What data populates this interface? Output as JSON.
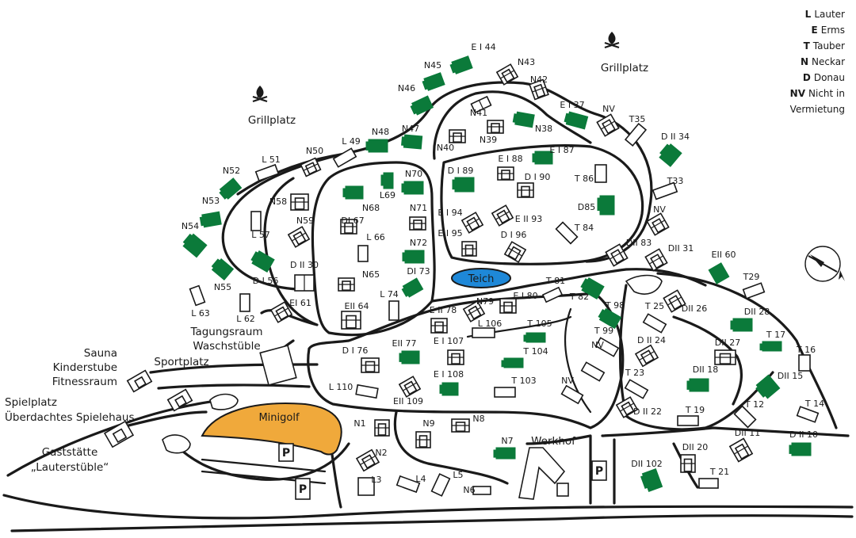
{
  "legend": [
    {
      "key": "L",
      "label": "Lauter"
    },
    {
      "key": "E",
      "label": "Erms"
    },
    {
      "key": "T",
      "label": "Tauber"
    },
    {
      "key": "N",
      "label": "Neckar"
    },
    {
      "key": "D",
      "label": "Donau"
    },
    {
      "key": "NV",
      "label": "Nicht in Vermietung"
    }
  ],
  "places": {
    "grill_left": "Grillplatz",
    "grill_right": "Grillplatz",
    "teich": "Teich",
    "minigolf": "Minigolf",
    "werkhof": "Werkhof",
    "sportplatz": "Sportplatz",
    "tagung_1": "Tagungsraum",
    "tagung_2": "Waschstüble",
    "sauna_1": "Sauna",
    "sauna_2": "Kinderstube",
    "sauna_3": "Fitnessraum",
    "spiel_1": "Spielplatz",
    "spiel_2": "Überdachtes Spielehaus",
    "gast_1": "Gaststätte",
    "gast_2": "„Lauterstüble“",
    "parking": "P"
  },
  "colors": {
    "house_rental": "#0b7a3a",
    "house_other": "#ffffff",
    "teich": "#1e88d8",
    "minigolf": "#f0a93b",
    "line": "#1a1a1a"
  },
  "icons": [
    "campfire-icon",
    "compass-icon"
  ],
  "houses": [
    {
      "label": "E I 44",
      "rental": true
    },
    {
      "label": "N45",
      "rental": true
    },
    {
      "label": "N43",
      "rental": false
    },
    {
      "label": "N46",
      "rental": true
    },
    {
      "label": "N42",
      "rental": false
    },
    {
      "label": "N41",
      "rental": false
    },
    {
      "label": "E I 37",
      "rental": true
    },
    {
      "label": "NV",
      "rental": false
    },
    {
      "label": "N38",
      "rental": true
    },
    {
      "label": "N39",
      "rental": false
    },
    {
      "label": "N40",
      "rental": false
    },
    {
      "label": "N48",
      "rental": true
    },
    {
      "label": "N47",
      "rental": true
    },
    {
      "label": "T35",
      "rental": false
    },
    {
      "label": "D II 34",
      "rental": true
    },
    {
      "label": "L 49",
      "rental": false
    },
    {
      "label": "N50",
      "rental": false
    },
    {
      "label": "L 51",
      "rental": false
    },
    {
      "label": "E I 88",
      "rental": false
    },
    {
      "label": "E I 87",
      "rental": true
    },
    {
      "label": "D I 89",
      "rental": true
    },
    {
      "label": "D I 90",
      "rental": false
    },
    {
      "label": "N70",
      "rental": true
    },
    {
      "label": "T 86",
      "rental": false
    },
    {
      "label": "T33",
      "rental": false
    },
    {
      "label": "N52",
      "rental": true
    },
    {
      "label": "L69",
      "rental": true
    },
    {
      "label": "N58",
      "rental": false
    },
    {
      "label": "N53",
      "rental": true
    },
    {
      "label": "N68",
      "rental": true
    },
    {
      "label": "N71",
      "rental": false
    },
    {
      "label": "E I 94",
      "rental": false
    },
    {
      "label": "D85",
      "rental": true
    },
    {
      "label": "NV",
      "rental": false
    },
    {
      "label": "DI 67",
      "rental": false
    },
    {
      "label": "E II 93",
      "rental": false
    },
    {
      "label": "N59",
      "rental": false
    },
    {
      "label": "N54",
      "rental": true
    },
    {
      "label": "L 57",
      "rental": false
    },
    {
      "label": "L 66",
      "rental": false
    },
    {
      "label": "T 84",
      "rental": false
    },
    {
      "label": "E I 95",
      "rental": false
    },
    {
      "label": "D I 96",
      "rental": false
    },
    {
      "label": "N72",
      "rental": true
    },
    {
      "label": "DII 83",
      "rental": false
    },
    {
      "label": "DII 31",
      "rental": false
    },
    {
      "label": "EII 60",
      "rental": true
    },
    {
      "label": "D II 30",
      "rental": false
    },
    {
      "label": "N55",
      "rental": true
    },
    {
      "label": "N65",
      "rental": false
    },
    {
      "label": "DI 73",
      "rental": true
    },
    {
      "label": "D I 56",
      "rental": true
    },
    {
      "label": "T 81",
      "rental": false
    },
    {
      "label": "T29",
      "rental": false
    },
    {
      "label": "L 63",
      "rental": false
    },
    {
      "label": "EI 61",
      "rental": false
    },
    {
      "label": "L 74",
      "rental": false
    },
    {
      "label": "T 82",
      "rental": true
    },
    {
      "label": "N79",
      "rental": false
    },
    {
      "label": "E I 80",
      "rental": false
    },
    {
      "label": "L 62",
      "rental": false
    },
    {
      "label": "EII 64",
      "rental": false
    },
    {
      "label": "E II 78",
      "rental": false
    },
    {
      "label": "T 25",
      "rental": false
    },
    {
      "label": "DII 26",
      "rental": false
    },
    {
      "label": "T 98",
      "rental": true
    },
    {
      "label": "DII 28",
      "rental": true
    },
    {
      "label": "L 106",
      "rental": false
    },
    {
      "label": "T 105",
      "rental": true
    },
    {
      "label": "T 99",
      "rental": false
    },
    {
      "label": "T 17",
      "rental": true
    },
    {
      "label": "D II 24",
      "rental": false
    },
    {
      "label": "DII 27",
      "rental": false
    },
    {
      "label": "E I 107",
      "rental": false
    },
    {
      "label": "EII 77",
      "rental": true
    },
    {
      "label": "D I 76",
      "rental": false
    },
    {
      "label": "T 16",
      "rental": false
    },
    {
      "label": "T 104",
      "rental": true
    },
    {
      "label": "NV",
      "rental": false
    },
    {
      "label": "DII 18",
      "rental": true
    },
    {
      "label": "T 23",
      "rental": false
    },
    {
      "label": "E I 108",
      "rental": true
    },
    {
      "label": "DII 15",
      "rental": true
    },
    {
      "label": "T 103",
      "rental": false
    },
    {
      "label": "NV",
      "rental": false
    },
    {
      "label": "L 110",
      "rental": false
    },
    {
      "label": "EII 109",
      "rental": false
    },
    {
      "label": "T 12",
      "rental": false
    },
    {
      "label": "T 14",
      "rental": false
    },
    {
      "label": "D II 22",
      "rental": false
    },
    {
      "label": "T 19",
      "rental": false
    },
    {
      "label": "N1",
      "rental": false
    },
    {
      "label": "N9",
      "rental": false
    },
    {
      "label": "N8",
      "rental": false
    },
    {
      "label": "DII 11",
      "rental": false
    },
    {
      "label": "D II 10",
      "rental": true
    },
    {
      "label": "N7",
      "rental": true
    },
    {
      "label": "DII 20",
      "rental": false
    },
    {
      "label": "N2",
      "rental": false
    },
    {
      "label": "DII 102",
      "rental": true
    },
    {
      "label": "L5",
      "rental": false
    },
    {
      "label": "L4",
      "rental": false
    },
    {
      "label": "L3",
      "rental": false
    },
    {
      "label": "T 21",
      "rental": false
    },
    {
      "label": "N6",
      "rental": false
    }
  ]
}
